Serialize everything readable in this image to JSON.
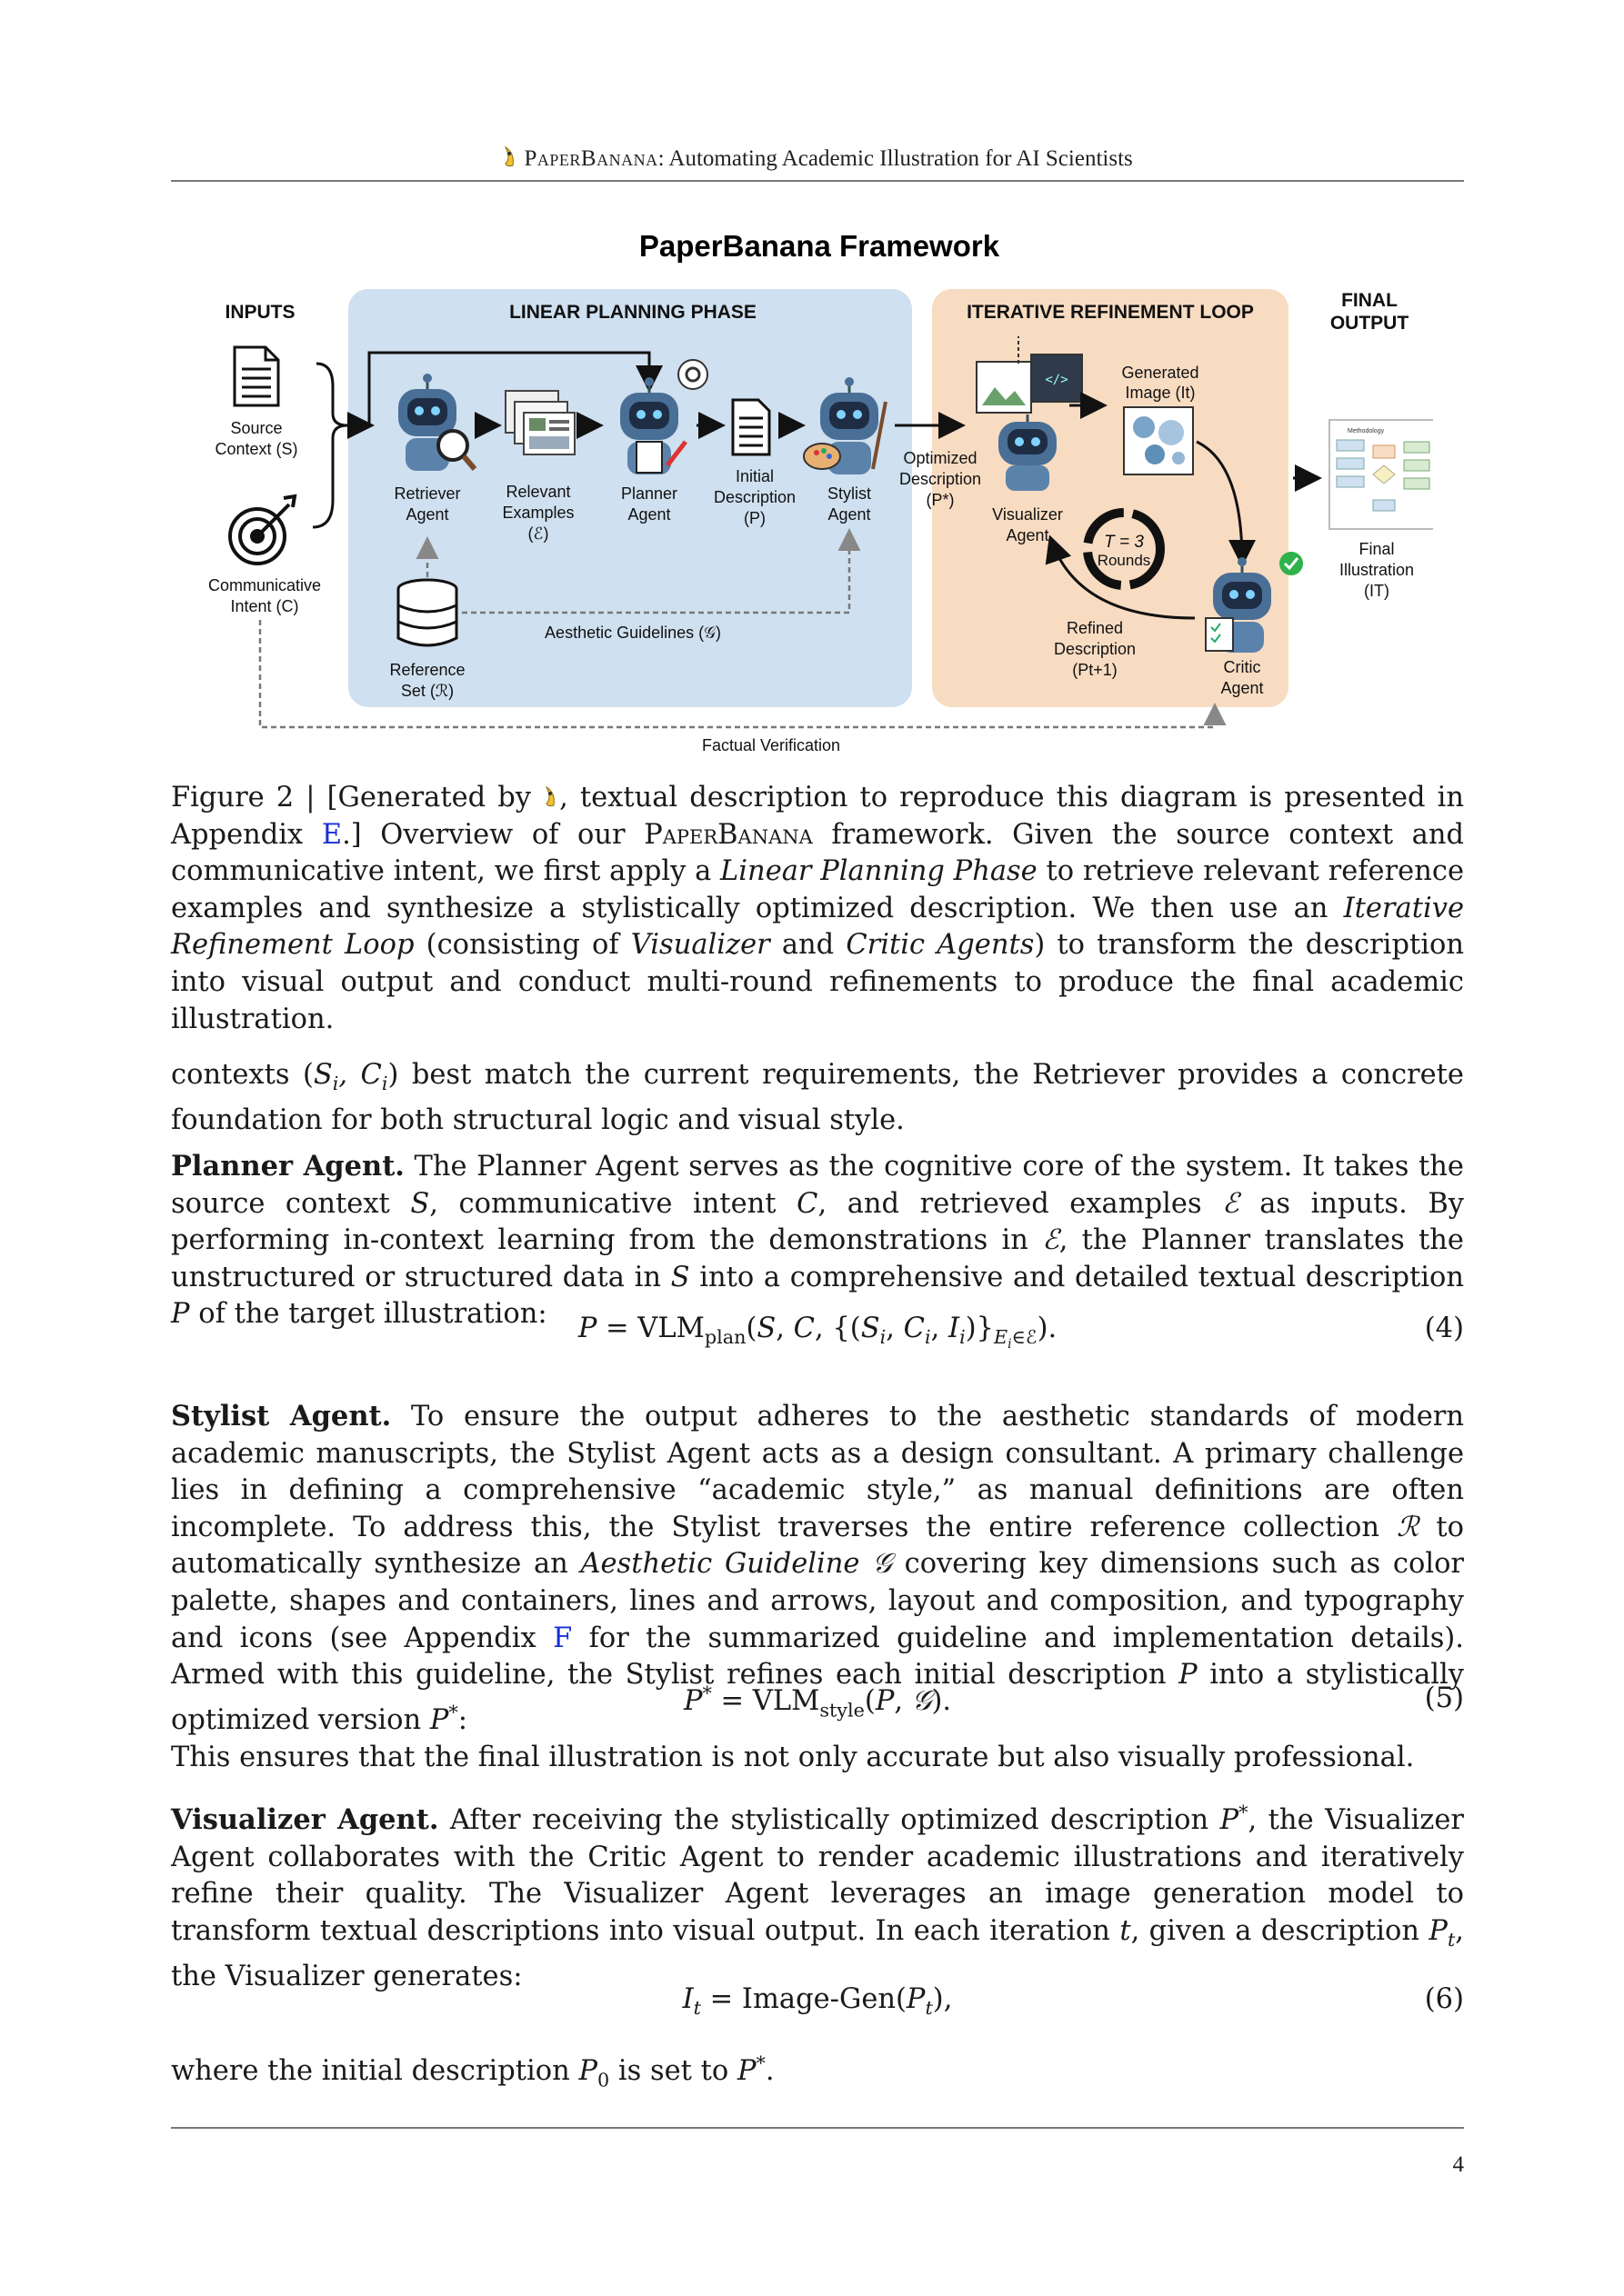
{
  "header": {
    "brand_sc": "PaperBanana",
    "title_rest": ": Automating Academic Illustration for AI Scientists"
  },
  "figure": {
    "title": "PaperBanana Framework",
    "sections": {
      "inputs": "INPUTS",
      "linear": "LINEAR PLANNING PHASE",
      "iterative": "ITERATIVE REFINEMENT LOOP",
      "final_line1": "FINAL",
      "final_line2": "OUTPUT"
    },
    "nodes": {
      "source_l1": "Source",
      "source_l2": "Context (S)",
      "intent_l1": "Communicative",
      "intent_l2": "Intent (C)",
      "retriever_l1": "Retriever",
      "retriever_l2": "Agent",
      "relevant_l1": "Relevant",
      "relevant_l2": "Examples",
      "relevant_l3": "(ℰ)",
      "planner_l1": "Planner",
      "planner_l2": "Agent",
      "initial_l1": "Initial",
      "initial_l2": "Description",
      "initial_l3": "(P)",
      "stylist_l1": "Stylist",
      "stylist_l2": "Agent",
      "optimized_l1": "Optimized",
      "optimized_l2": "Description",
      "optimized_l3": "(P*)",
      "visualizer_l1": "Visualizer",
      "visualizer_l2": "Agent",
      "generated_l1": "Generated",
      "generated_l2": "Image (It)",
      "rounds_l1": "T = 3",
      "rounds_l2": "Rounds",
      "refined_l1": "Refined",
      "refined_l2": "Description",
      "refined_l3": "(Pt+1)",
      "critic_l1": "Critic",
      "critic_l2": "Agent",
      "reference_l1": "Reference",
      "reference_l2": "Set (ℛ)",
      "aesthetic": "Aesthetic Guidelines (𝒢)",
      "final_l1": "Final",
      "final_l2": "Illustration",
      "final_l3": "(IT)",
      "factual": "Factual Verification",
      "mini_title": "Methodology"
    },
    "colors": {
      "linear_bg": "#cfe0f0",
      "iterative_bg": "#f8dcc2",
      "robot_blue": "#4a6f96",
      "check_green": "#2eb24b"
    }
  },
  "caption": {
    "fig_label": "Figure 2 | [Generated by ",
    "fig_label_after": ", textual description to reproduce this diagram is presented in Appendix ",
    "appendix_link": "E",
    "fig_label_end": ".]",
    "t1": "Overview of our ",
    "brand_sc": "PaperBanana",
    "t2": " framework. Given the source context and communicative intent, we first apply a ",
    "linear_it": "Linear Planning Phase",
    "t3": " to retrieve relevant reference examples and synthesize a stylistically optimized description. We then use an ",
    "iter_it": "Iterative Refinement Loop",
    "t4": " (consisting of ",
    "vis_it": "Visualizer",
    "t5": " and ",
    "critic_it": "Critic Agents",
    "t6": ") to transform the description into visual output and conduct multi-round refinements to produce the final academic illustration."
  },
  "body": {
    "p0_a": "contexts (",
    "p0_b": ") best match the current requirements, the Retriever provides a concrete foundation for both structural logic and visual style.",
    "planner_head": "Planner Agent.",
    "planner_1": " The Planner Agent serves as the cognitive core of the system. It takes the source context ",
    "planner_2": ", communicative intent ",
    "planner_3": ", and retrieved examples ",
    "planner_4": " as inputs. By performing in-context learning from the demonstrations in ",
    "planner_5": ", the Planner translates the unstructured or structured data in ",
    "planner_6": " into a comprehensive and detailed textual description ",
    "planner_7": " of the target illustration:",
    "eq4_num": "(4)",
    "stylist_head": "Stylist Agent.",
    "stylist_1": "  To ensure the output adheres to the aesthetic standards of modern academic manuscripts, the Stylist Agent acts as a design consultant.  A primary challenge lies in defining a comprehensive “academic style,” as manual definitions are often incomplete. To address this, the Stylist traverses the entire reference collection ",
    "stylist_2": " to automatically synthesize an ",
    "stylist_ag": "Aesthetic Guideline",
    "stylist_3": " covering key dimensions such as color palette, shapes and containers, lines and arrows, layout and composition, and typography and icons (see Appendix ",
    "stylist_link": "F",
    "stylist_4": " for the summarized guideline and implementation details). Armed with this guideline, the Stylist refines each initial description ",
    "stylist_5": " into a stylistically optimized version ",
    "stylist_6": ":",
    "eq5_num": "(5)",
    "ensures": "This ensures that the final illustration is not only accurate but also visually professional.",
    "vis_head": "Visualizer Agent.",
    "vis_1": " After receiving the stylistically optimized description ",
    "vis_2": ", the Visualizer Agent collaborates with the Critic Agent to render academic illustrations and iteratively refine their quality. The Visualizer Agent leverages an image generation model to transform textual descriptions into visual output. In each iteration ",
    "vis_3": ", given a description ",
    "vis_4": ", the Visualizer generates:",
    "eq6_num": "(6)",
    "where_1": "where the initial description ",
    "where_2": " is set to ",
    "where_3": "."
  },
  "page_number": "4"
}
